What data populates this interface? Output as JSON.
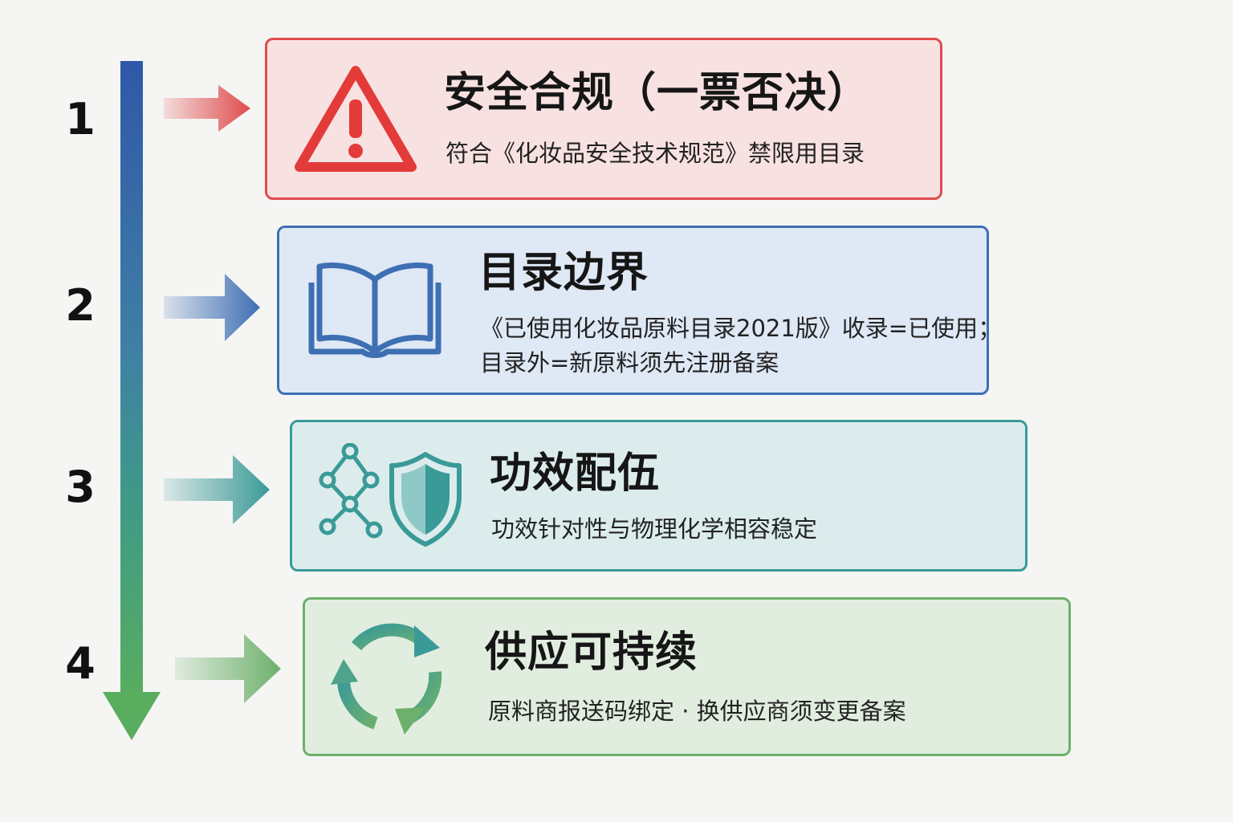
{
  "steps": [
    {
      "number": "1",
      "title": "安全合规（一票否决）",
      "desc_lines": [
        "符合《化妆品安全技术规范》禁限用目录"
      ],
      "icon": "warning-icon",
      "color": "#e04c4c"
    },
    {
      "number": "2",
      "title": "目录边界",
      "desc_lines": [
        "《已使用化妆品原料目录2021版》收录=已使用；",
        "目录外=新原料须先注册备案"
      ],
      "icon": "book-icon",
      "color": "#3e6fb3"
    },
    {
      "number": "3",
      "title": "功效配伍",
      "desc_lines": [
        "功效针对性与物理化学相容稳定"
      ],
      "icon": "molecule-shield-icon",
      "color": "#3a9a98"
    },
    {
      "number": "4",
      "title": "供应可持续",
      "desc_lines": [
        "原料商报送码绑定 · 换供应商须变更备案"
      ],
      "icon": "recycle-icon",
      "color": "#6db06b"
    }
  ]
}
